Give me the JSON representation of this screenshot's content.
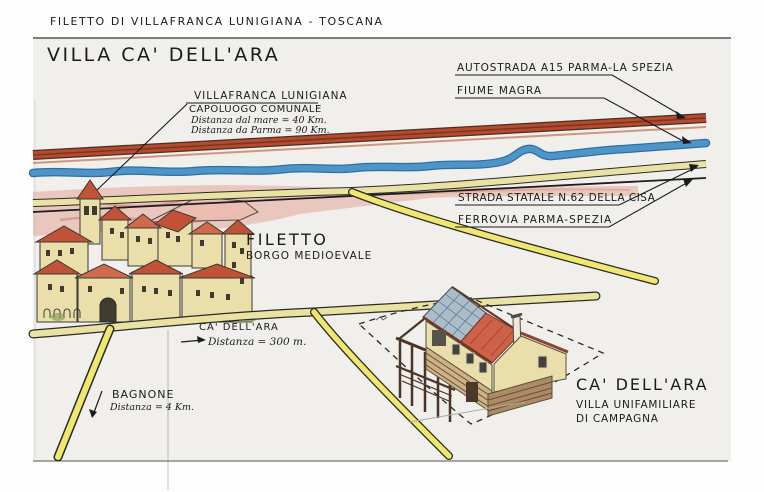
{
  "header": {
    "supertitle": "FILETTO DI VILLAFRANCA LUNIGIANA - TOSCANA",
    "title": "VILLA CA' DELL'ARA"
  },
  "callouts": {
    "autostrada": {
      "label": "AUTOSTRADA A15 PARMA-LA SPEZIA"
    },
    "fiume": {
      "label": "FIUME MAGRA"
    },
    "villafranca": {
      "name": "VILLAFRANCA LUNIGIANA",
      "subtitle": "CAPOLUOGO COMUNALE",
      "distance_sea": "Distanza dal mare = 40 Km.",
      "distance_parma": "Distanza da Parma = 90 Km."
    },
    "strada_statale": {
      "label": "STRADA STATALE N.62 DELLA CISA"
    },
    "ferrovia": {
      "label": "FERROVIA PARMA-SPEZIA"
    },
    "filetto": {
      "name": "FILETTO",
      "subtitle": "BORGO MEDIOEVALE"
    },
    "ca_dellara_distance": {
      "name": "CA' DELL'ARA",
      "distance": "Distanza = 300 m."
    },
    "bagnone": {
      "name": "BAGNONE",
      "distance": "Distanza = 4 Km."
    },
    "villa": {
      "name": "CA' DELL'ARA",
      "line2": "VILLA UNIFAMILIARE",
      "line3": "DI CAMPAGNA"
    }
  },
  "colors": {
    "paper": "#f0efec",
    "ink": "#1b1b1b",
    "autostrada": "#b44b2f",
    "fiume": "#4f94c6",
    "strada_statale": "#e9e2a2",
    "country_road": "#efe76e",
    "village_roof": "#c05238",
    "village_wall": "#eadfab",
    "hills_pink": "#e4a59b",
    "solar_panel": "#a9bdcb",
    "villa_roof": "#cd6249",
    "wood": "#6e4b33"
  }
}
